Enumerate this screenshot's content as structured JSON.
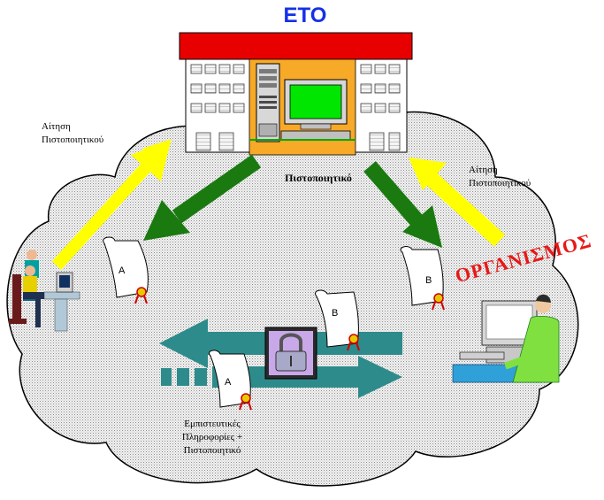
{
  "title": "ΕΤΟ",
  "labels": {
    "request_left": [
      "Αίτηση",
      "Πιστοποιητικού"
    ],
    "request_right": [
      "Αίτηση",
      "Πιστοποιητικού"
    ],
    "certificate": "Πιστοποιητικό",
    "trusted_info": [
      "Εμπιστευτικές",
      "Πληροφορίες +",
      "Πιστοποιητικό"
    ],
    "organization": "ΟΡΓΑΝΙΣΜΟΣ"
  },
  "scrolls": {
    "left": "A",
    "right": "B",
    "middle_b": "B",
    "middle_a": "A"
  },
  "colors": {
    "title": "#1530e8",
    "roof": "#e80000",
    "request_arrow": "#ffff00",
    "certificate_arrow": "#1a7a10",
    "exchange_arrow": "#2e8b8b",
    "organization": "#e81818",
    "cloud": "#d9d9d9"
  }
}
